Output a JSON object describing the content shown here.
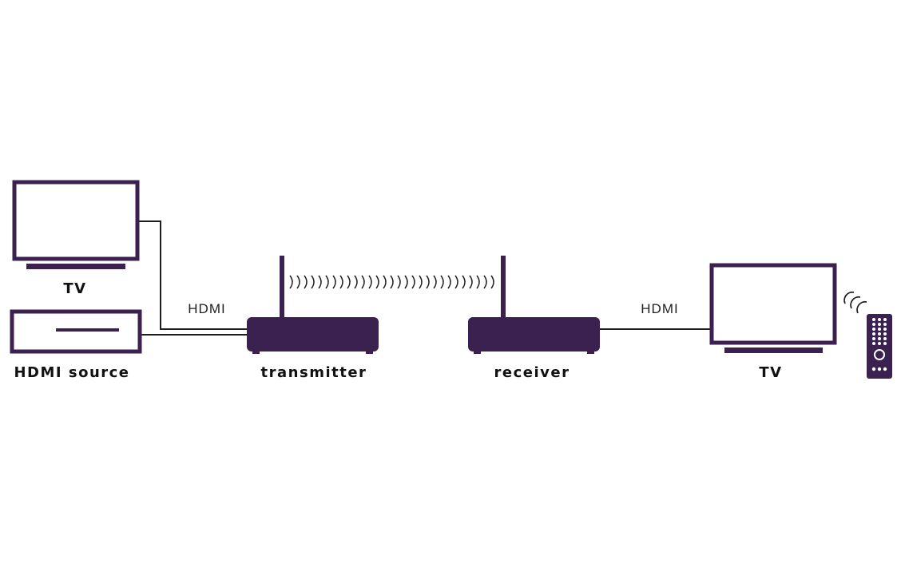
{
  "colors": {
    "device": "#3b2150",
    "cable": "#1e1e1e",
    "background": "#ffffff"
  },
  "labels": {
    "tv_left": "TV",
    "hdmi_source": "HDMI source",
    "transmitter": "transmitter",
    "receiver": "receiver",
    "tv_right": "TV",
    "hdmi_left": "HDMI",
    "hdmi_right": "HDMI"
  },
  "icons": {
    "tv_left": "tv-icon",
    "hdmi_source": "set-top-box-icon",
    "transmitter": "router-antenna-icon",
    "receiver": "router-antenna-icon",
    "tv_right": "tv-icon",
    "remote": "remote-control-icon"
  }
}
